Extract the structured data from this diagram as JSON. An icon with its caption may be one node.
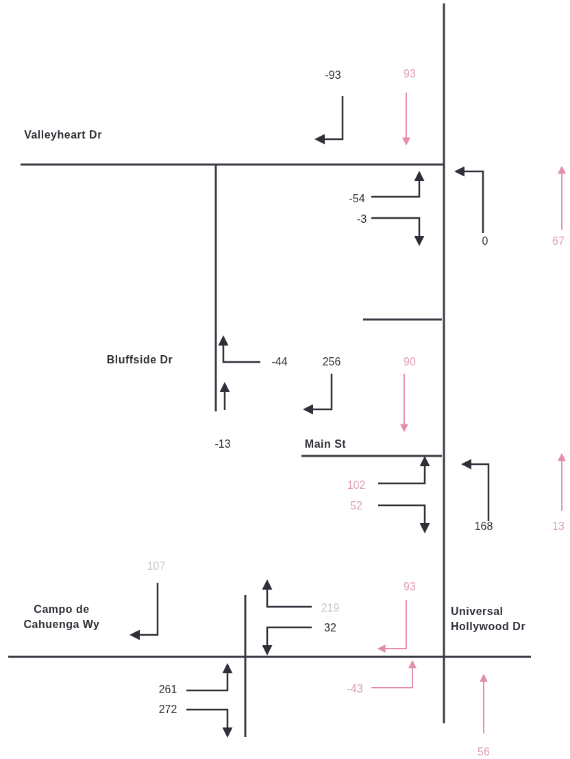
{
  "diagram": {
    "labels": [
      "-93",
      "93",
      "Valleyheart Dr",
      "-54",
      "-3",
      "0",
      "67",
      "Bluffside Dr",
      "-44",
      "256",
      "90",
      "-13",
      "Main St",
      "102",
      "52",
      "168",
      "13",
      "107",
      "93",
      "Campo de Cahuenga Wy",
      "219",
      "32",
      "Universal Hollywood Dr",
      "261",
      "-43",
      "272",
      "56"
    ]
  }
}
